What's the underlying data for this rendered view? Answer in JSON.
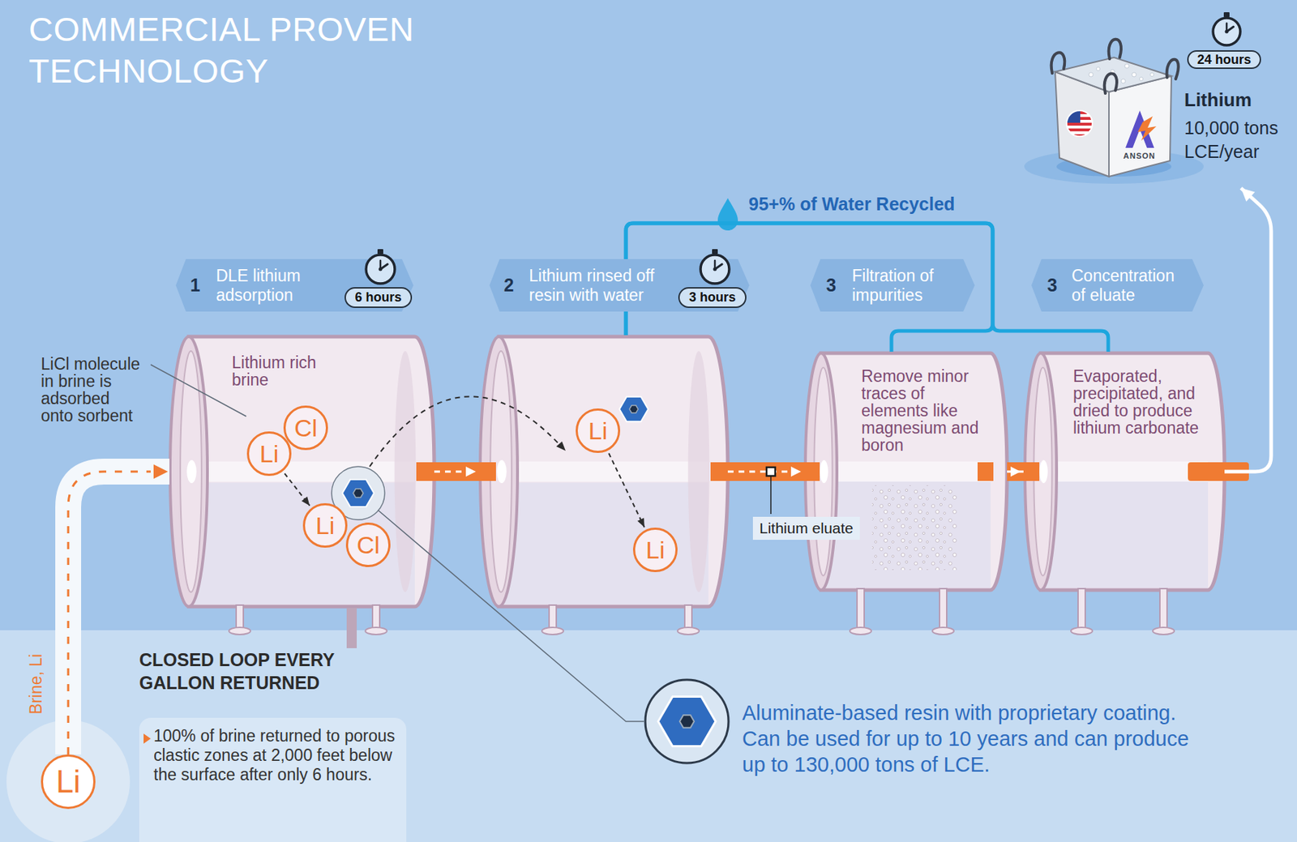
{
  "diagram": {
    "title": "COMMERCIAL PROVEN TECHNOLOGY",
    "nodes": [
      {
        "text": [
          "1",
          "DLE lithium adsorption"
        ]
      },
      {
        "text": [
          "6 hours"
        ],
        "in": 0
      },
      {
        "text": [
          "2",
          "Lithium rinsed off resin with water"
        ]
      },
      {
        "text": [
          "3 hours"
        ],
        "in": 2
      },
      {
        "text": [
          "3",
          "Filtration of impurities"
        ]
      },
      {
        "text": [
          "3",
          "Concentration of eluate"
        ]
      },
      {
        "text": [
          "Lithium",
          "10,000 tons LCE/year"
        ]
      },
      {
        "text": [
          "24 hours"
        ],
        "in": 6
      },
      {
        "text": [
          "Lithium rich brine"
        ]
      },
      {
        "text": [
          "Li"
        ],
        "in": 8
      },
      {
        "text": [
          "Cl"
        ],
        "in": 8
      },
      {
        "text": [
          "Li"
        ],
        "in": 8
      },
      {
        "text": [
          "Cl"
        ],
        "in": 8
      },
      {
        "text": []
      },
      {
        "text": [
          "Li"
        ],
        "in": 13
      },
      {
        "text": [
          "Li"
        ],
        "in": 13
      },
      {
        "text": [
          "Remove minor traces of elements like magnesium and boron"
        ]
      },
      {
        "text": [
          "Evaporated, precipitated, and dried to produce lithium carbonate"
        ]
      },
      {
        "text": [
          "Li"
        ]
      },
      {
        "text": [
          "CLOSED LOOP EVERY GALLON RETURNED",
          "100% of brine returned to porous clastic zones at 2,000 feet below the surface after only 6 hours."
        ]
      }
    ],
    "edges": [
      {
        "from": 18,
        "to": 8,
        "arrow": "to",
        "label": "Brine, Li"
      },
      {
        "from": 8,
        "to": 13,
        "arrow": "to"
      },
      {
        "from": 13,
        "to": 16,
        "arrow": "to",
        "label": "Lithium eluate"
      },
      {
        "from": 16,
        "to": 17,
        "arrow": "to"
      },
      {
        "from": 17,
        "to": 6,
        "arrow": "to"
      },
      {
        "from": 16,
        "to": 13,
        "arrow": "none",
        "label": "95+% of Water Recycled"
      },
      {
        "from": 17,
        "to": 13,
        "arrow": "none"
      },
      {
        "from": 8,
        "to": 19,
        "arrow": "none"
      },
      {
        "from": 9,
        "to": 11,
        "arrow": "to"
      },
      {
        "from": 14,
        "to": 15,
        "arrow": "to"
      }
    ],
    "labels": [
      "LiCl molecule in brine is adsorbed onto sorbent",
      "ANSON",
      "Aluminate-based resin with proprietary coating. Can be used for up to 10 years and can produce up to 130,000 tons of LCE."
    ]
  }
}
